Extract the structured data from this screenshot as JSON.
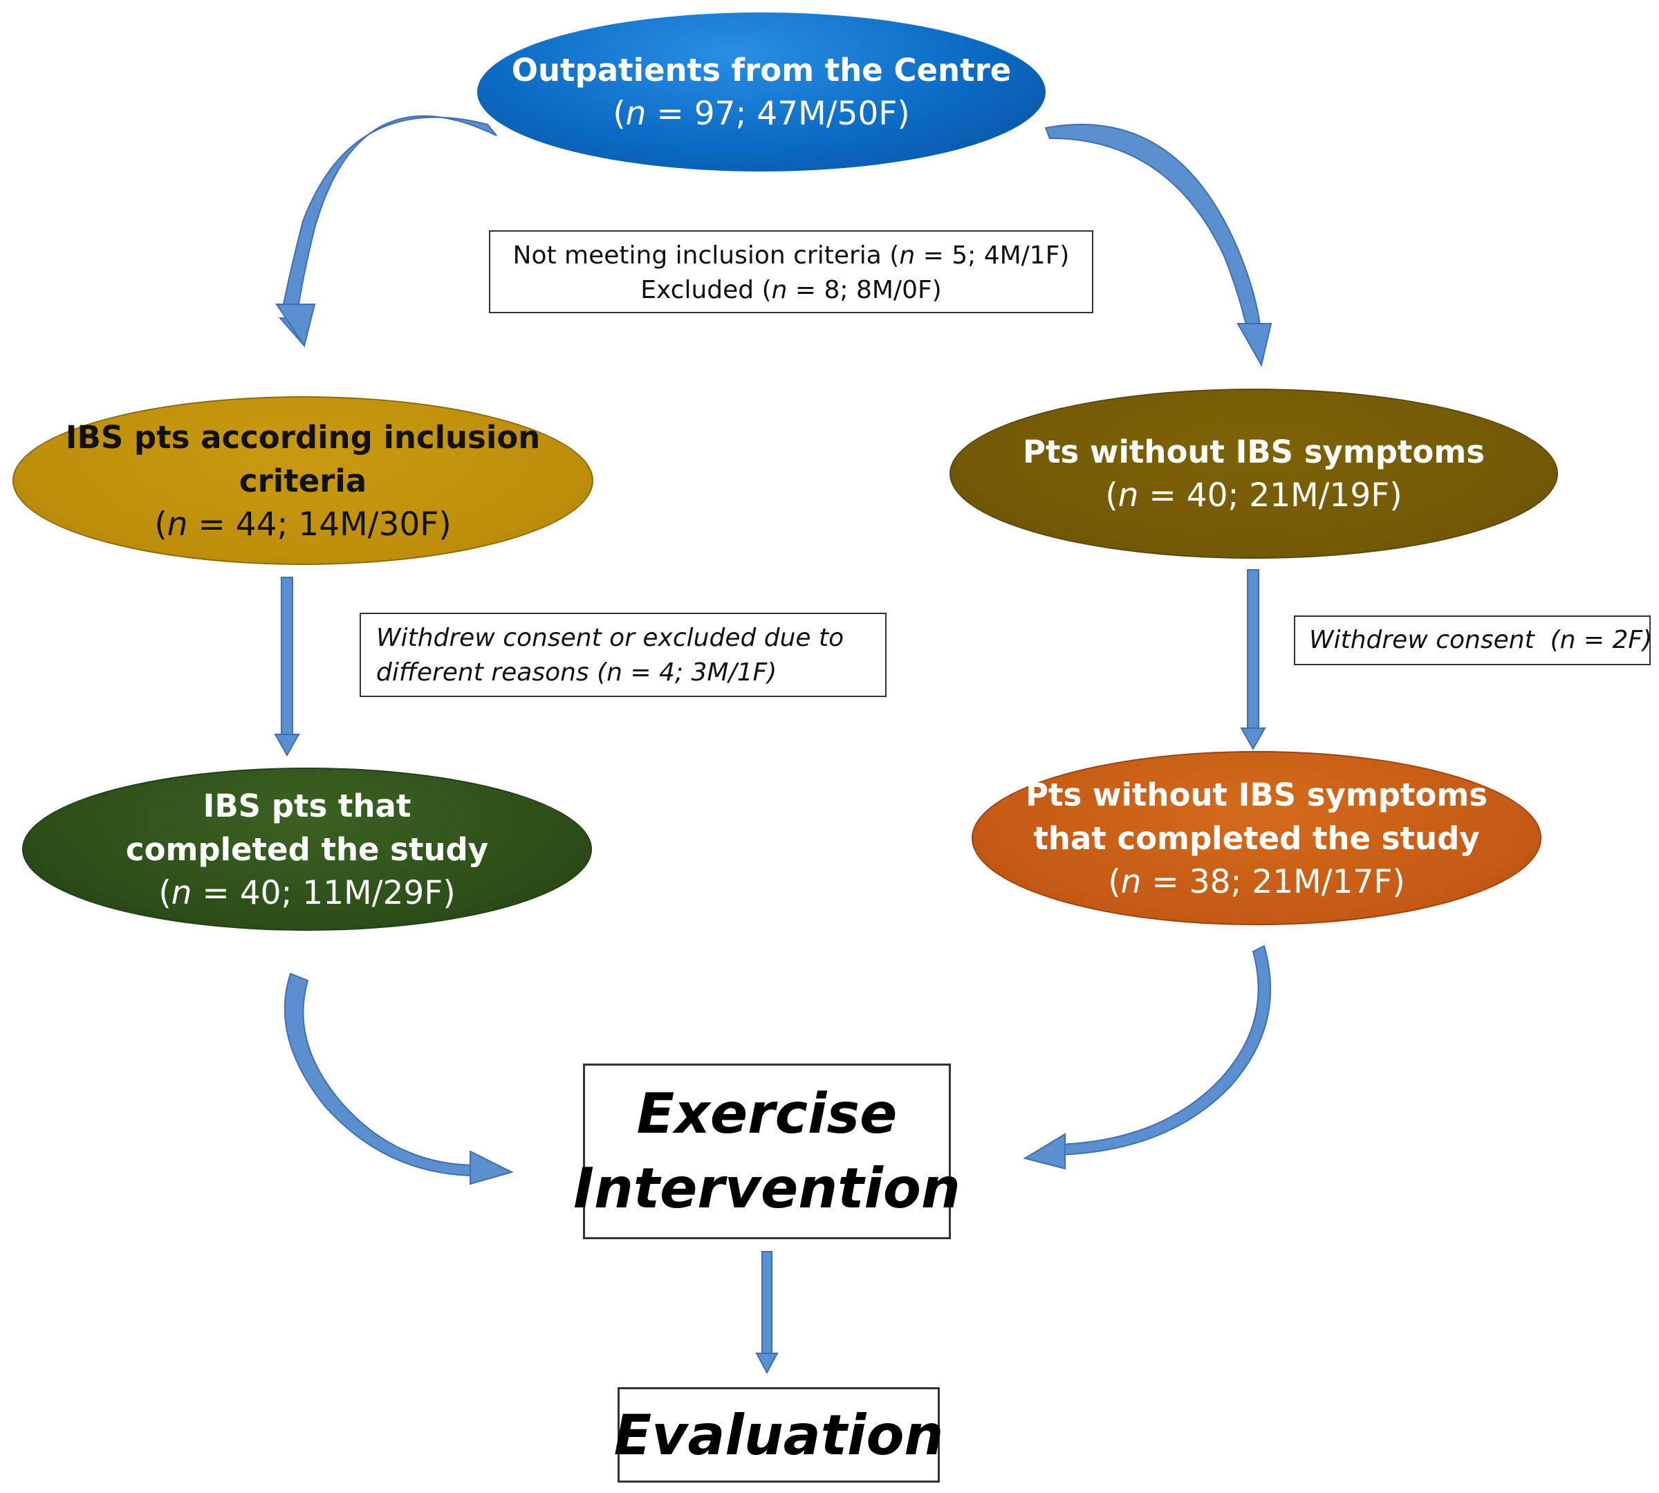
{
  "colors": {
    "arrow_fill": "#5a8fd0",
    "arrow_stroke": "#3f6fb0",
    "node_outpatients": "#0b6bc4",
    "node_ibs_included": "#bd8e0a",
    "node_no_ibs": "#735906",
    "node_ibs_completed": "#2b4d18",
    "node_no_ibs_completed": "#c45a14"
  },
  "nodes": {
    "outpatients": {
      "title": "Outpatients from the Centre",
      "n_var": "n",
      "n_rest": " = 97; 47M/50F)"
    },
    "ibs_included": {
      "title": "IBS pts according inclusion criteria",
      "n_var": "n",
      "n_rest": " = 44; 14M/30F)"
    },
    "no_ibs": {
      "title": "Pts without IBS symptoms",
      "n_var": "n",
      "n_rest": " = 40; 21M/19F)"
    },
    "ibs_completed": {
      "title_line1": "IBS pts that",
      "title_line2": "completed the study",
      "n_var": "n",
      "n_rest": " = 40; 11M/29F)"
    },
    "no_ibs_completed": {
      "title_line1": "Pts without IBS symptoms",
      "title_line2": "that completed the study",
      "n_var": "n",
      "n_rest": " = 38; 21M/17F)"
    }
  },
  "boxes": {
    "exclusion": {
      "line1_pre": "Not meeting inclusion criteria (",
      "line1_var": "n",
      "line1_post": " = 5; 4M/1F)",
      "line2_pre": "Excluded (",
      "line2_var": "n",
      "line2_post": " = 8; 8M/0F)"
    },
    "withdrew_left": {
      "line1": "Withdrew consent or excluded due to",
      "line2": "different reasons (n = 4; 3M/1F)"
    },
    "withdrew_right": {
      "text": "Withdrew consent  (n = 2F)"
    },
    "exercise": {
      "line1": "Exercise",
      "line2": "Intervention"
    },
    "evaluation": {
      "text": "Evaluation"
    }
  },
  "paren_open": "("
}
